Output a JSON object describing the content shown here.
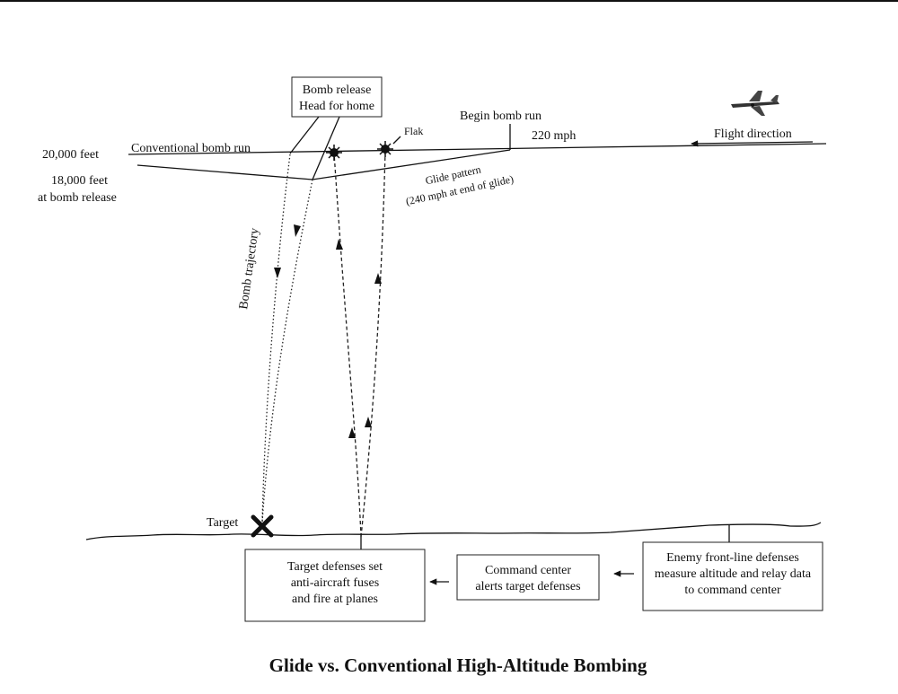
{
  "labels": {
    "alt_20000": "20,000 feet",
    "alt_18000_line1": "18,000 feet",
    "alt_18000_line2": "at bomb release",
    "conventional_run": "Conventional bomb run",
    "begin_bomb_run": "Begin bomb run",
    "speed_220": "220 mph",
    "flight_direction": "Flight direction",
    "flak": "Flak",
    "glide_pattern_line1": "Glide pattern",
    "glide_pattern_line2": "(240 mph at end of glide)",
    "bomb_trajectory": "Bomb trajectory",
    "target": "Target"
  },
  "boxes": {
    "bomb_release": {
      "line1": "Bomb release",
      "line2": "Head for home"
    },
    "target_defenses": {
      "line1": "Target defenses set",
      "line2": "anti-aircraft fuses",
      "line3": "and fire at planes"
    },
    "command_center": {
      "line1": "Command center",
      "line2": "alerts target defenses"
    },
    "enemy_frontline": {
      "line1": "Enemy front-line defenses",
      "line2": "measure altitude and relay data",
      "line3": "to command center"
    }
  },
  "title": "Glide vs. Conventional High-Altitude Bombing",
  "icons": [
    "airplane-icon",
    "flak-burst-icon",
    "target-x-icon",
    "arrow-left-icon"
  ]
}
